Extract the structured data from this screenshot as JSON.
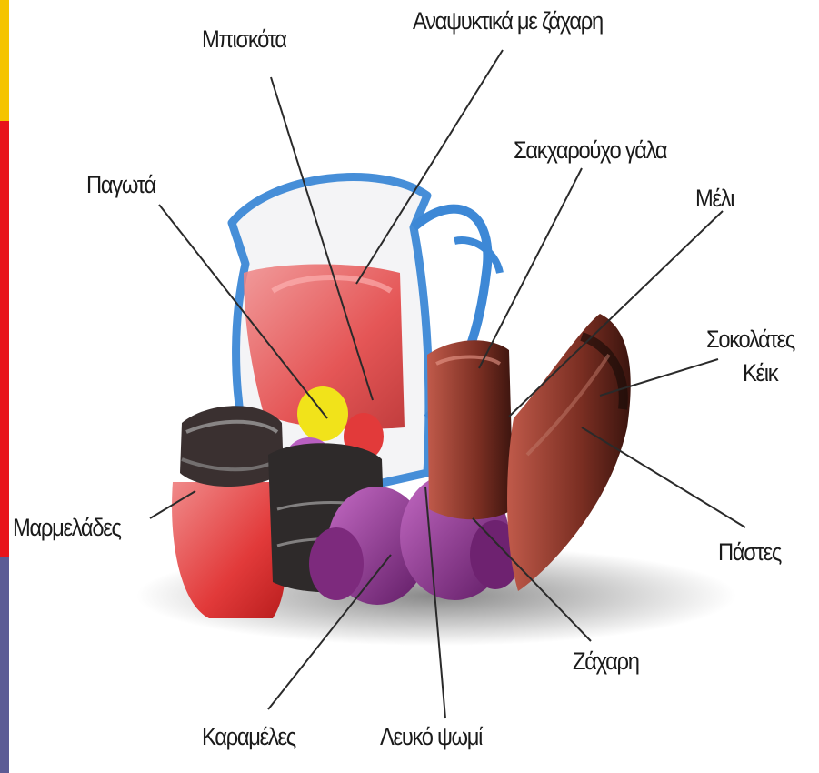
{
  "labels": {
    "mpiskota": "Μπισκότα",
    "anapsyktika": "Αναψυκτικά με ζάχαρη",
    "sakxaroyxo": "Σακχαρούχο γάλα",
    "pagwta": "Παγωτά",
    "meli": "Μέλι",
    "sokolates": "Σοκολάτες",
    "keik": "Κέικ",
    "marmelades": "Μαρμελάδες",
    "pastes": "Πάστες",
    "zaxarh": "Ζάχαρη",
    "karameles": "Καραμέλες",
    "leyko_psomi": "Λευκό ψωμί"
  },
  "colors": {
    "bar_top": "#f5c400",
    "bar_mid": "#e8141b",
    "bar_bottom": "#5b5b95",
    "jug_outline": "#3d88d6",
    "red_fill": "#e23a3a",
    "purple_fill": "#8a2c8a",
    "brown_fill": "#7a2e22",
    "line": "#2a2a2a"
  }
}
